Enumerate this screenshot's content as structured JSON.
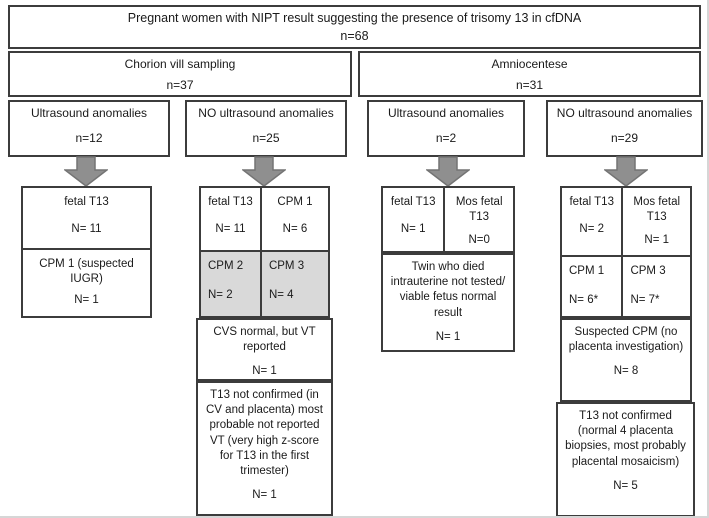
{
  "figure": {
    "root": {
      "title": "Pregnant women with NIPT result suggesting the presence of trisomy 13 in cfDNA",
      "count": "n=68"
    },
    "branches": [
      {
        "label": "Chorion vill sampling",
        "count": "n=37"
      },
      {
        "label": "Amniocentese",
        "count": "n=31"
      }
    ],
    "subgroups": [
      {
        "label": "Ultrasound anomalies",
        "count": "n=12"
      },
      {
        "label": "NO ultrasound anomalies",
        "count": "n=25"
      },
      {
        "label": "Ultrasound anomalies",
        "count": "n=2"
      },
      {
        "label": "NO ultrasound anomalies",
        "count": "n=29"
      }
    ],
    "details": {
      "cvs_anomalies": {
        "cells": [
          {
            "label": "fetal T13",
            "count": "N= 11"
          },
          {
            "label": "CPM 1 (suspected IUGR)",
            "count": "N= 1"
          }
        ]
      },
      "cvs_no_anomalies": {
        "grid": [
          {
            "label": "fetal T13",
            "count": "N= 11"
          },
          {
            "label": "CPM 1",
            "count": "N= 6"
          },
          {
            "label": "CPM 2",
            "count": "N= 2"
          },
          {
            "label": "CPM 3",
            "count": "N= 4"
          }
        ],
        "notes": [
          {
            "label": "CVS normal, but VT reported",
            "count": "N= 1"
          },
          {
            "label": "T13 not confirmed (in CV and placenta) most probable not reported VT (very high z-score for T13 in the first trimester)",
            "count": "N= 1"
          }
        ]
      },
      "amnio_anomalies": {
        "grid": [
          {
            "label": "fetal T13",
            "count": "N= 1"
          },
          {
            "label": "Mos fetal T13",
            "count": "N=0"
          }
        ],
        "notes": [
          {
            "label": "Twin who died intrauterine not tested/ viable fetus normal result",
            "count": "N= 1"
          }
        ]
      },
      "amnio_no_anomalies": {
        "grid": [
          {
            "label": "fetal T13",
            "count": "N= 2"
          },
          {
            "label": "Mos fetal T13",
            "count": "N= 1"
          },
          {
            "label": "CPM 1",
            "count": "N= 6*"
          },
          {
            "label": "CPM 3",
            "count": "N= 7*"
          }
        ],
        "notes": [
          {
            "label": "Suspected CPM (no placenta investigation)",
            "count": "N= 8"
          },
          {
            "label": "T13 not confirmed (normal 4 placenta biopsies, most probably placental mosaicism)",
            "count": "N= 5"
          }
        ]
      }
    },
    "colors": {
      "shaded_cell": "#d9d9d9",
      "border": "#3c3c3c",
      "arrow_fill": "#8f8f8f",
      "arrow_outline": "#747474"
    }
  }
}
